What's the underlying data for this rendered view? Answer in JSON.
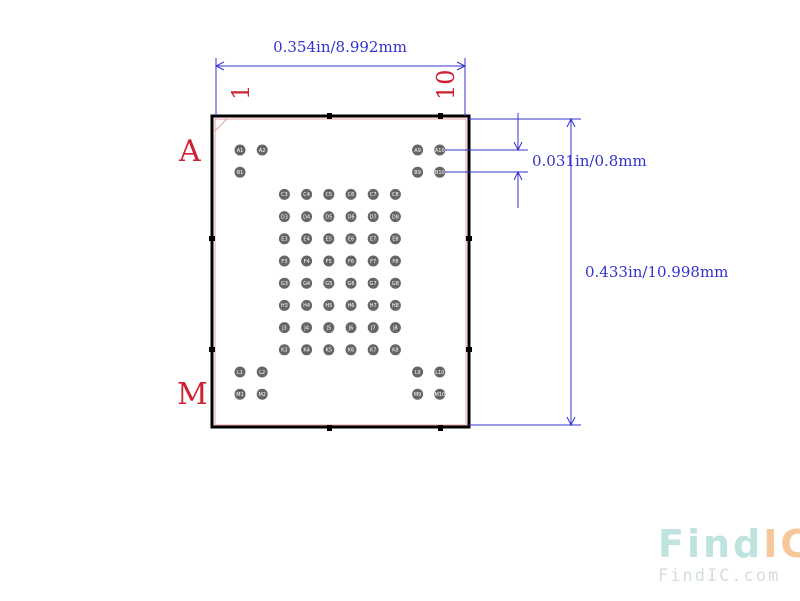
{
  "dimensions": {
    "width": "0.354in/8.992mm",
    "height": "0.433in/10.998mm",
    "pitch": "0.031in/0.8mm"
  },
  "axis_labels": {
    "column_first": "1",
    "column_last": "10",
    "row_first": "A",
    "row_last": "M"
  },
  "pins": [
    "A1",
    "A2",
    "A9",
    "A10",
    "B1",
    "B9",
    "B10",
    "C3",
    "C4",
    "C5",
    "C6",
    "C7",
    "C8",
    "D3",
    "D4",
    "D5",
    "D6",
    "D7",
    "D8",
    "E3",
    "E4",
    "E5",
    "E6",
    "E7",
    "E8",
    "F3",
    "F4",
    "F5",
    "F6",
    "F7",
    "F8",
    "G3",
    "G4",
    "G5",
    "G6",
    "G7",
    "G8",
    "H3",
    "H4",
    "H5",
    "H6",
    "H7",
    "H8",
    "J3",
    "J4",
    "J5",
    "J6",
    "J7",
    "J8",
    "K3",
    "K4",
    "K5",
    "K6",
    "K7",
    "K8",
    "L1",
    "L2",
    "L9",
    "L10",
    "M1",
    "M2",
    "M9",
    "M10"
  ],
  "watermark": {
    "brand_part1": "Find",
    "brand_part2": "IC",
    "url": "FindIC.com"
  },
  "colors": {
    "dimension": "#3333cc",
    "label": "#cc2233",
    "outline": "#000000",
    "courtyard": "#e8a0a0",
    "pad": "#666666",
    "watermark_teal": "#bfe3df",
    "watermark_orange": "#f6c79a"
  }
}
